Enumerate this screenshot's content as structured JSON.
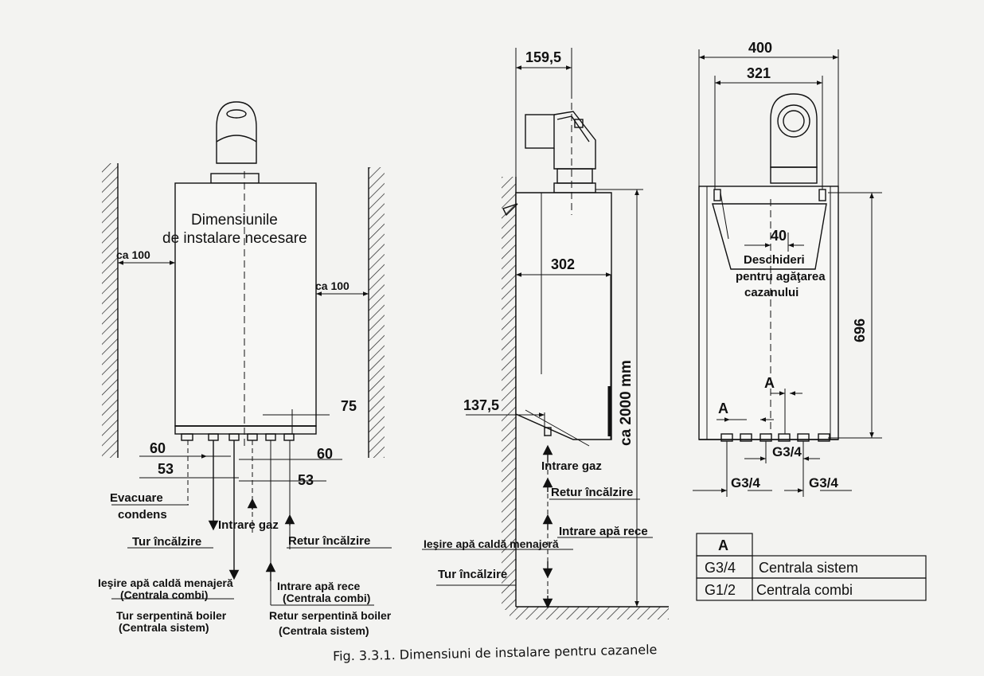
{
  "front_view": {
    "title_line1": "Dimensiunile",
    "title_line2": "de instalare necesare",
    "clear_left": "ca 100",
    "clear_right": "ca 100",
    "dim_75": "75",
    "dim_60_left": "60",
    "dim_53_left": "53",
    "dim_60_right": "60",
    "dim_53_right": "53",
    "label_condens_1": "Evacuare",
    "label_condens_2": "condens",
    "label_tur": "Tur încălzire",
    "label_gaz": "Intrare gaz",
    "label_retur": "Retur încălzire",
    "label_iesire_1": "Ieşire apă caldă menajeră",
    "label_iesire_2": "(Centrala combi)",
    "label_iesire_3": "Tur serpentină boiler",
    "label_iesire_4": "(Centrala sistem)",
    "label_rece_1": "Intrare apă rece",
    "label_rece_2": "(Centrala combi)",
    "label_rece_3": "Retur serpentină boiler",
    "label_rece_4": "(Centrala sistem)"
  },
  "side_view": {
    "dim_top": "159,5",
    "dim_depth": "302",
    "dim_137": "137,5",
    "dim_height": "ca 2000 mm",
    "label_gaz": "Intrare gaz",
    "label_retur": "Retur încălzire",
    "label_rece": "Intrare apă rece",
    "label_iesire": "Ieşire apă caldă menajeră",
    "label_tur": "Tur încălzire"
  },
  "rear_view": {
    "dim_400": "400",
    "dim_321": "321",
    "dim_40": "40",
    "label_open_1": "Deschideri",
    "label_open_2": "pentru agăţarea",
    "label_open_3": "cazanului",
    "dim_696": "696",
    "dim_A_top": "A",
    "dim_A_left": "A",
    "dim_g34_mid": "G3/4",
    "dim_g34_left": "G3/4",
    "dim_g34_right": "G3/4"
  },
  "legend": {
    "header": "A",
    "rows": [
      {
        "code": "G3/4",
        "desc": "Centrala sistem"
      },
      {
        "code": "G1/2",
        "desc": "Centrala combi"
      }
    ]
  },
  "caption": "Fig. 3.3.1. Dimensiuni de instalare pentru cazanele"
}
